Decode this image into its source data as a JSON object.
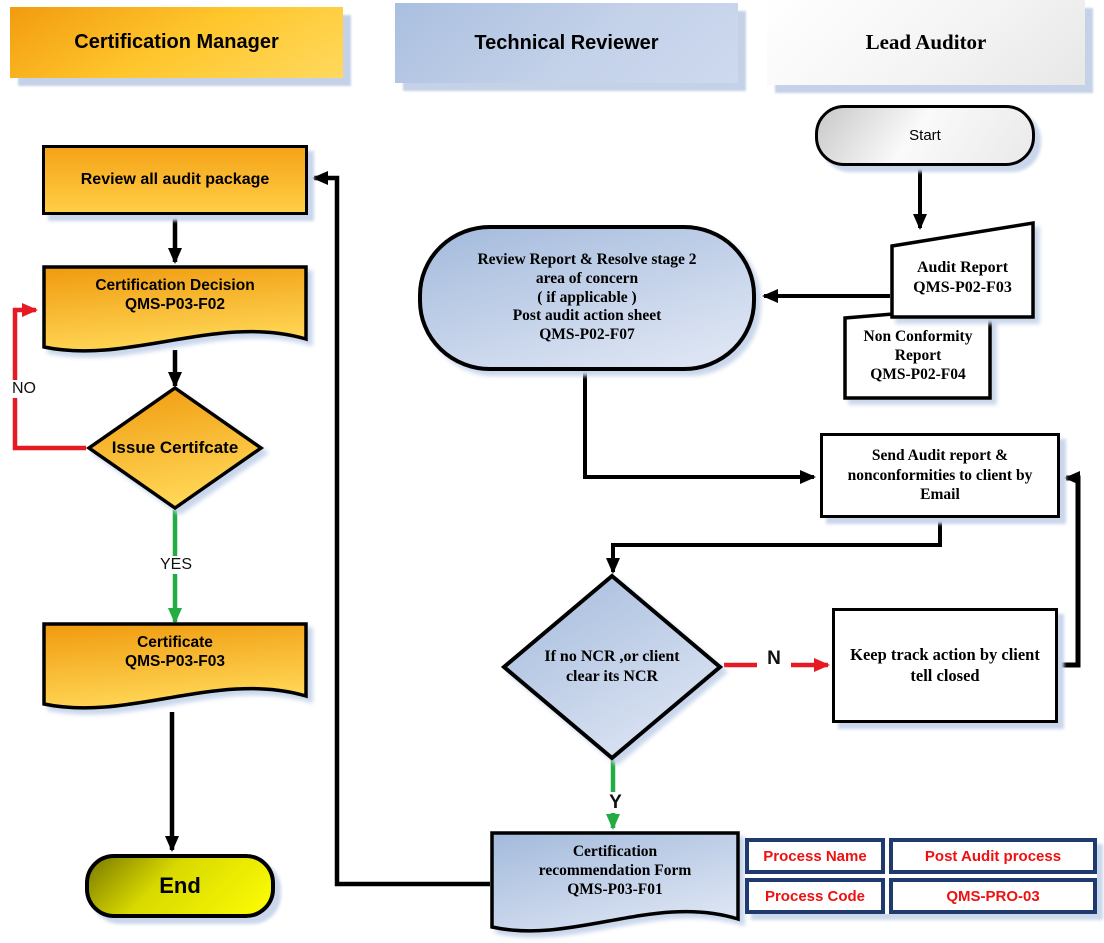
{
  "lanes": {
    "certification_manager": "Certification Manager",
    "technical_reviewer": "Technical Reviewer",
    "lead_auditor": "Lead Auditor"
  },
  "nodes": {
    "start": "Start",
    "audit_report": "Audit Report\nQMS-P02-F03",
    "non_conformity_report": "Non Conformity\nReport\nQMS-P02-F04",
    "review_report": "Review Report & Resolve stage 2\narea of concern\n( if applicable )\nPost audit action sheet\nQMS-P02-F07",
    "send_audit": "Send Audit report &\nnonconformities to client by\nEmail",
    "ncr_decision": "If no NCR ,or client\nclear its NCR",
    "keep_track": "Keep track action by client\ntell closed",
    "cert_recommendation": "Certification\nrecommendation Form\nQMS-P03-F01",
    "review_package": "Review all audit package",
    "cert_decision": "Certification Decision\nQMS-P03-F02",
    "issue_certificate": "Issue Certifcate",
    "certificate": "Certificate\nQMS-P03-F03",
    "end": "End"
  },
  "edge_labels": {
    "no": "NO",
    "yes": "YES",
    "n": "N",
    "y": "Y"
  },
  "table": {
    "rows": [
      {
        "key": "Process Name",
        "value": "Post Audit process"
      },
      {
        "key": "Process Code",
        "value": "QMS-PRO-03"
      }
    ]
  },
  "colors": {
    "lane_orange_top": "#F29B10",
    "lane_orange_bottom": "#FFD24F",
    "lane_blue_top": "#AABFDF",
    "lane_blue_bottom": "#CDD9EE",
    "shape_blue_top": "#A6BCDC",
    "shape_blue_bottom": "#DCE4F3",
    "end_yellow_dark": "#7A7A00",
    "end_yellow_bright": "#FDFD05",
    "edge_black": "#000000",
    "edge_red": "#E51A22",
    "edge_green": "#22AC41",
    "table_border": "#1E3A6E",
    "table_text": "#EE1111",
    "shadow": "#C9D6EB"
  }
}
